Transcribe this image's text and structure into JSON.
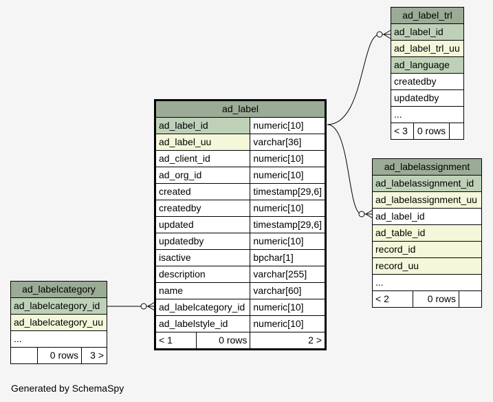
{
  "tables": {
    "ad_label_trl": {
      "name": "ad_label_trl",
      "columns": [
        "ad_label_id",
        "ad_label_trl_uu",
        "ad_language",
        "createdby",
        "updatedby",
        "..."
      ],
      "footer": [
        "< 3",
        "0 rows",
        ""
      ]
    },
    "ad_label": {
      "name": "ad_label",
      "columns": [
        [
          "ad_label_id",
          "numeric[10]"
        ],
        [
          "ad_label_uu",
          "varchar[36]"
        ],
        [
          "ad_client_id",
          "numeric[10]"
        ],
        [
          "ad_org_id",
          "numeric[10]"
        ],
        [
          "created",
          "timestamp[29,6]"
        ],
        [
          "createdby",
          "numeric[10]"
        ],
        [
          "updated",
          "timestamp[29,6]"
        ],
        [
          "updatedby",
          "numeric[10]"
        ],
        [
          "isactive",
          "bpchar[1]"
        ],
        [
          "description",
          "varchar[255]"
        ],
        [
          "name",
          "varchar[60]"
        ],
        [
          "ad_labelcategory_id",
          "numeric[10]"
        ],
        [
          "ad_labelstyle_id",
          "numeric[10]"
        ]
      ],
      "footer": [
        "< 1",
        "0 rows",
        "2 >"
      ]
    },
    "ad_labelassignment": {
      "name": "ad_labelassignment",
      "columns": [
        "ad_labelassignment_id",
        "ad_labelassignment_uu",
        "ad_label_id",
        "ad_table_id",
        "record_id",
        "record_uu",
        "..."
      ],
      "footer": [
        "< 2",
        "0 rows",
        ""
      ]
    },
    "ad_labelcategory": {
      "name": "ad_labelcategory",
      "columns": [
        "ad_labelcategory_id",
        "ad_labelcategory_uu",
        "..."
      ],
      "footer": [
        "",
        "0 rows",
        "3 >"
      ]
    }
  },
  "colors": {
    "header": "#9bab96",
    "primary_key": "#bed1b8",
    "alternate_key": "#f4f7da",
    "background": "#f5f5f5"
  },
  "credit": "Generated by SchemaSpy"
}
